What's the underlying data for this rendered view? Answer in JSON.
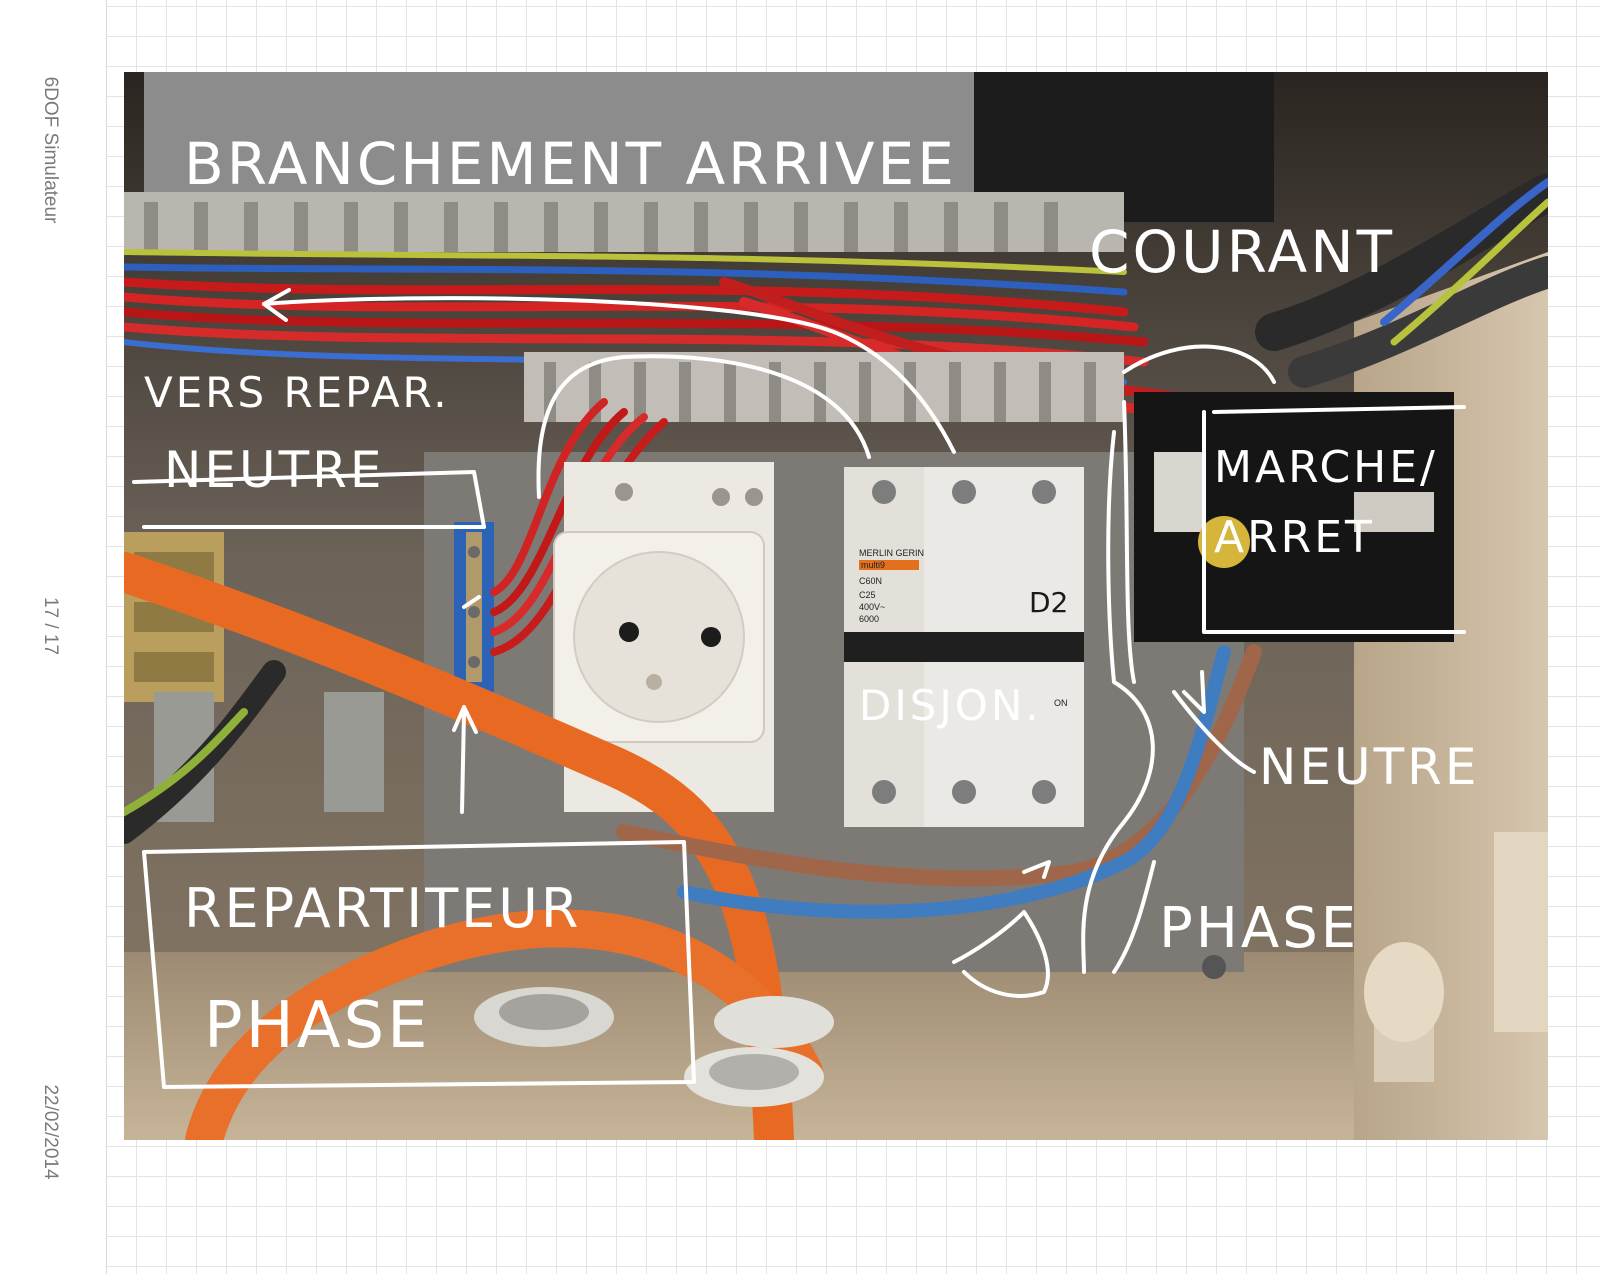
{
  "margin": {
    "title": "6DOF Simulateur",
    "page_number": "17 / 17",
    "date": "22/02/2014"
  },
  "photo": {
    "annotations": {
      "top_line1": "BRANCHEMENT ARRIVEE",
      "top_line2": "COURANT",
      "vers_repar": "VERS REPAR.",
      "neutre_left": "NEUTRE",
      "marche_line1": "MARCHE/",
      "marche_line2": "ARRET",
      "disjon": "DISJON.",
      "neutre_right": "NEUTRE",
      "phase_right": "PHASE",
      "repartiteur_line1": "REPARTITEUR",
      "repartiteur_line2": "PHASE",
      "breaker_label": "D2"
    },
    "breaker_print": {
      "brand": "MERLIN GERIN",
      "series": "multi9",
      "model": "C60N",
      "rating": "C25",
      "voltage": "400V~",
      "capacity": "6000",
      "on_mark": "ON"
    }
  }
}
